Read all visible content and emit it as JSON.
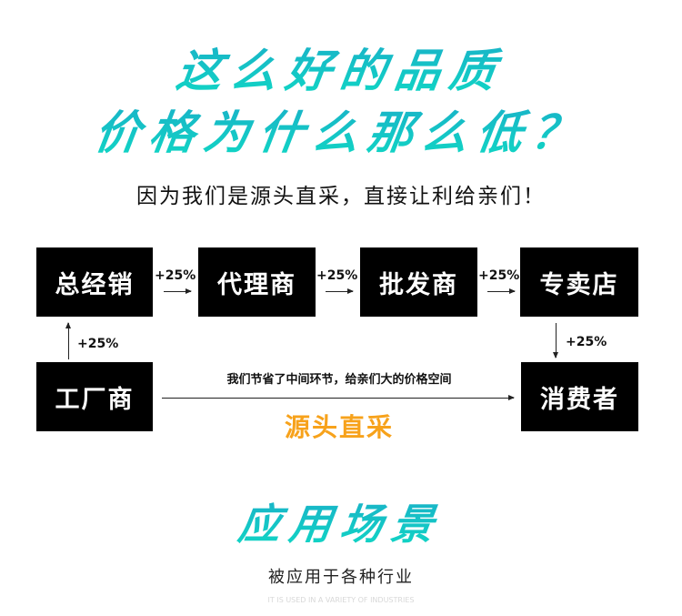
{
  "headline": {
    "line1": "这么好的品质",
    "line2": "价格为什么那么低？",
    "subtitle": "因为我们是源头直采，直接让利给亲们！"
  },
  "flow": {
    "boxes": [
      "总经销",
      "代理商",
      "批发商",
      "专卖店",
      "工厂商",
      "消费者"
    ],
    "markup": "+25%",
    "direct_note": "我们节省了中间环节，给亲们大的价格空间",
    "direct_label": "源头直采"
  },
  "section": {
    "title": "应用场景",
    "subtitle": "被应用于各种行业",
    "english": "IT IS USED IN A VARIETY OF INDUSTRIES"
  },
  "colors": {
    "accent": "#14c4c6",
    "orange": "#f7a21b"
  }
}
